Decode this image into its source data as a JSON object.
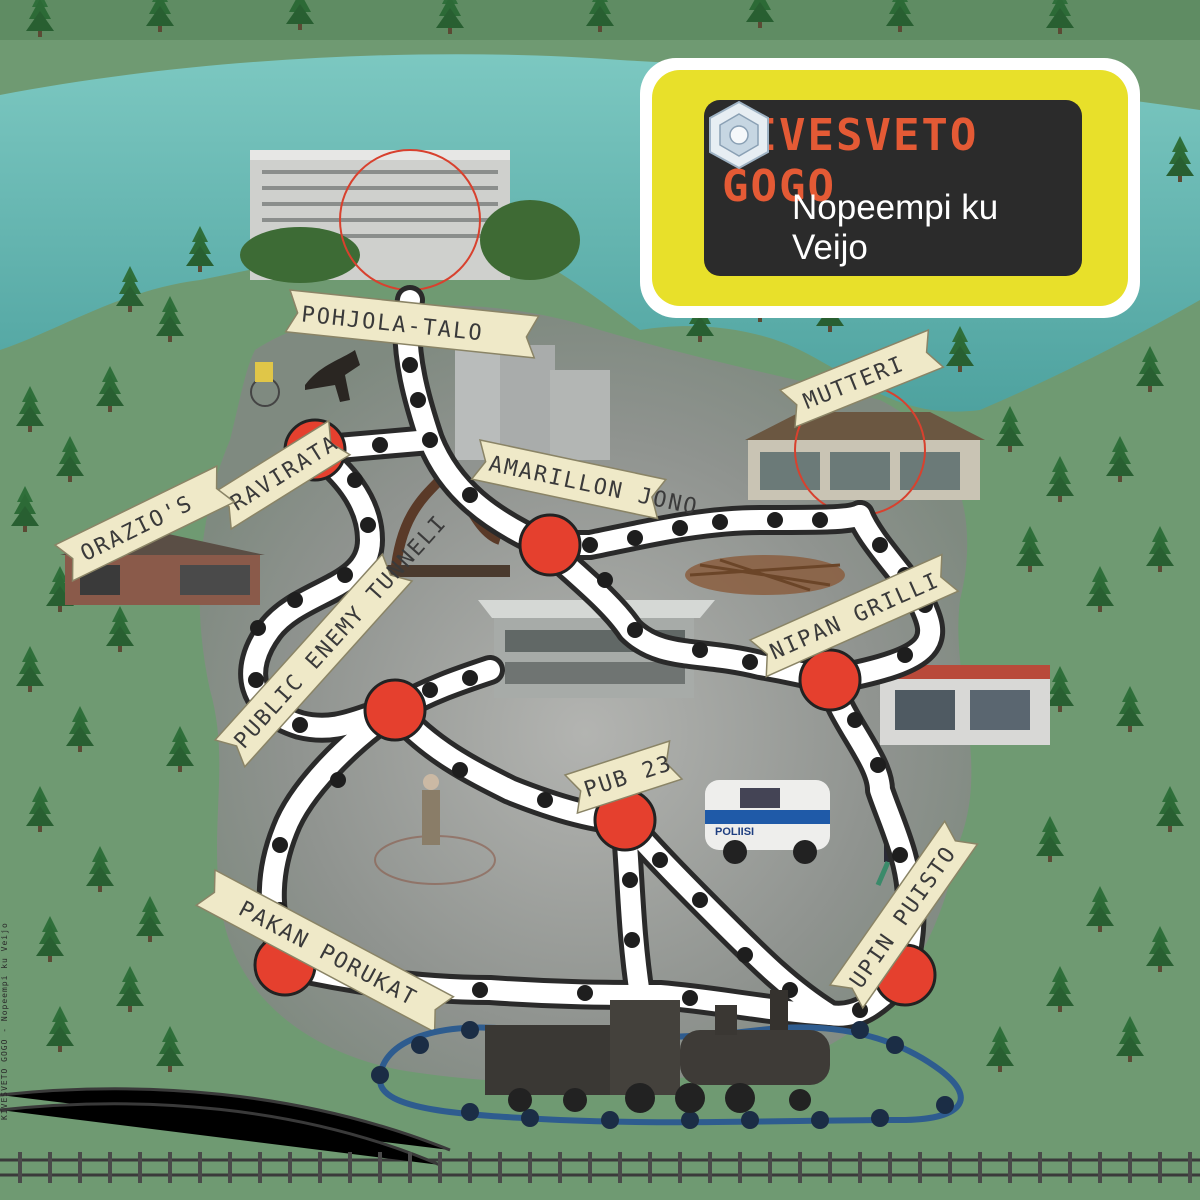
{
  "logo": {
    "band_name": "KIVESVETO GOGO",
    "album_title": "Nopeempi ku Veijo",
    "icon": "diamond-icon"
  },
  "side_credit": "KIVESVETO GOGO - Nopeempi ku Veijo",
  "locations": [
    {
      "id": "pohjola-talo",
      "label": "POHJOLA-TALO"
    },
    {
      "id": "ravirata",
      "label": "RAVIRATA"
    },
    {
      "id": "amarillon-jono",
      "label": "AMARILLON JONO"
    },
    {
      "id": "mutteri",
      "label": "MUTTERI"
    },
    {
      "id": "orazios",
      "label": "ORAZIO'S"
    },
    {
      "id": "public-enemy-tunneli",
      "label": "PUBLIC ENEMY TUNNELI"
    },
    {
      "id": "nipan-grilli",
      "label": "NIPAN GRILLI"
    },
    {
      "id": "pub-23",
      "label": "PUB 23"
    },
    {
      "id": "pakan-porukat",
      "label": "PAKAN PORUKAT"
    },
    {
      "id": "upin-puisto",
      "label": "UPIN PUISTO"
    }
  ],
  "police_van_text": "POLIISI",
  "colors": {
    "water": "#5fb2ae",
    "grass": "#6f9a72",
    "ground": "#9a9d9a",
    "stop": "#e5402e",
    "path": "#ffffff",
    "dot": "#222222",
    "rail_loop": "#2e5c8f",
    "logo_yellow": "#e8e02a",
    "logo_dark": "#2b2b2b",
    "band_name": "#e45a35"
  }
}
